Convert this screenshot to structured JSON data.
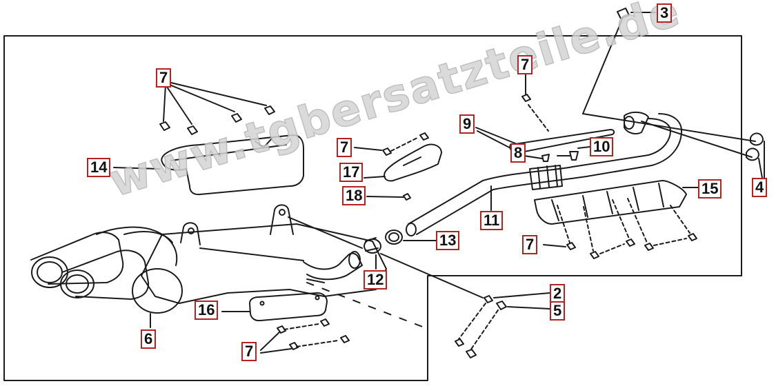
{
  "diagram": {
    "labels": {
      "l3": "3",
      "l7_top_left": "7",
      "l7_top_mid": "7",
      "l7_bracket": "7",
      "l7_right": "7",
      "l7_bottom": "7",
      "l9": "9",
      "l8": "8",
      "l10": "10",
      "l17": "17",
      "l18": "18",
      "l14": "14",
      "l11": "11",
      "l15": "15",
      "l4": "4",
      "l13": "13",
      "l12": "12",
      "l2": "2",
      "l5": "5",
      "l16": "16",
      "l6": "6"
    }
  },
  "watermark": {
    "text": "www.tgbersatzteile.de"
  }
}
